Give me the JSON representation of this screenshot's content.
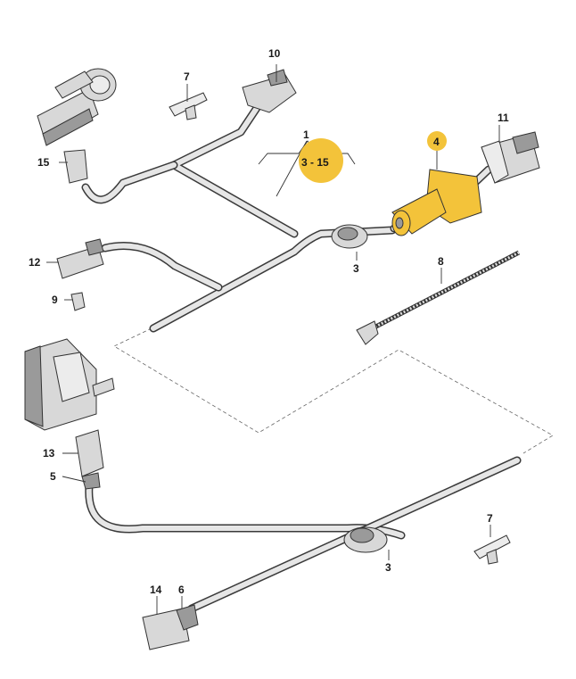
{
  "callouts": {
    "c1": "1",
    "c1_range": "3 - 15",
    "c3a": "3",
    "c3b": "3",
    "c4": "4",
    "c5": "5",
    "c6": "6",
    "c7a": "7",
    "c7b": "7",
    "c8": "8",
    "c9": "9",
    "c10": "10",
    "c11": "11",
    "c12": "12",
    "c13": "13",
    "c14": "14",
    "c15": "15"
  },
  "colors": {
    "highlight": "#f3c33a",
    "background": "#ffffff"
  }
}
